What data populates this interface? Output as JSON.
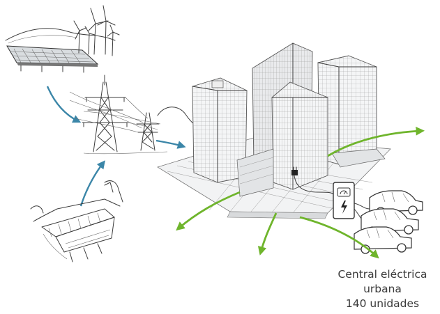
{
  "caption": {
    "line1": "Central eléctrica",
    "line2": "urbana",
    "line3": "140 unidades"
  },
  "colors": {
    "blue_arrow": "#3b86a8",
    "green_arrow": "#6fb52c",
    "sketch": "#3c3c3c"
  },
  "icons": [
    "wind-turbine-icon",
    "solar-panel-icon",
    "transmission-tower-icon",
    "dam-icon",
    "plug-icon",
    "ev-charger-icon",
    "electric-car-icon"
  ]
}
